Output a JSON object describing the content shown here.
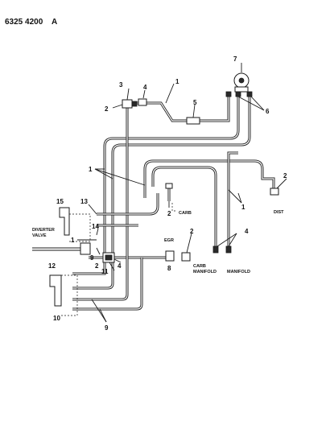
{
  "header": {
    "part_number": "6325 4200",
    "suffix": "A"
  },
  "callouts": {
    "c1_top": "1",
    "c2_top": "2",
    "c3": "3",
    "c4_top": "4",
    "c5": "5",
    "c6": "6",
    "c7": "7",
    "c1_left": "1",
    "c1_right": "1",
    "c2_carb": "2",
    "c2_dist": "2",
    "c15": "15",
    "c13": "13",
    "c14": "14",
    "c1_div": "1",
    "c12": "12",
    "c9_left": "9",
    "c2_low": "2",
    "c11": "11",
    "c4_low": "4",
    "c8": "8",
    "c2_egr": "2",
    "c4_man": "4",
    "c10": "10",
    "c9_bottom": "9"
  },
  "labels": {
    "diverter_line1": "DIVERTER",
    "diverter_line2": "VALVE",
    "carb": "CARB",
    "dist": "DIST",
    "egr": "EGR",
    "carb_manifold_line1": "CARB",
    "carb_manifold_line2": "MANIFOLD",
    "manifold": "MANIFOLD"
  }
}
